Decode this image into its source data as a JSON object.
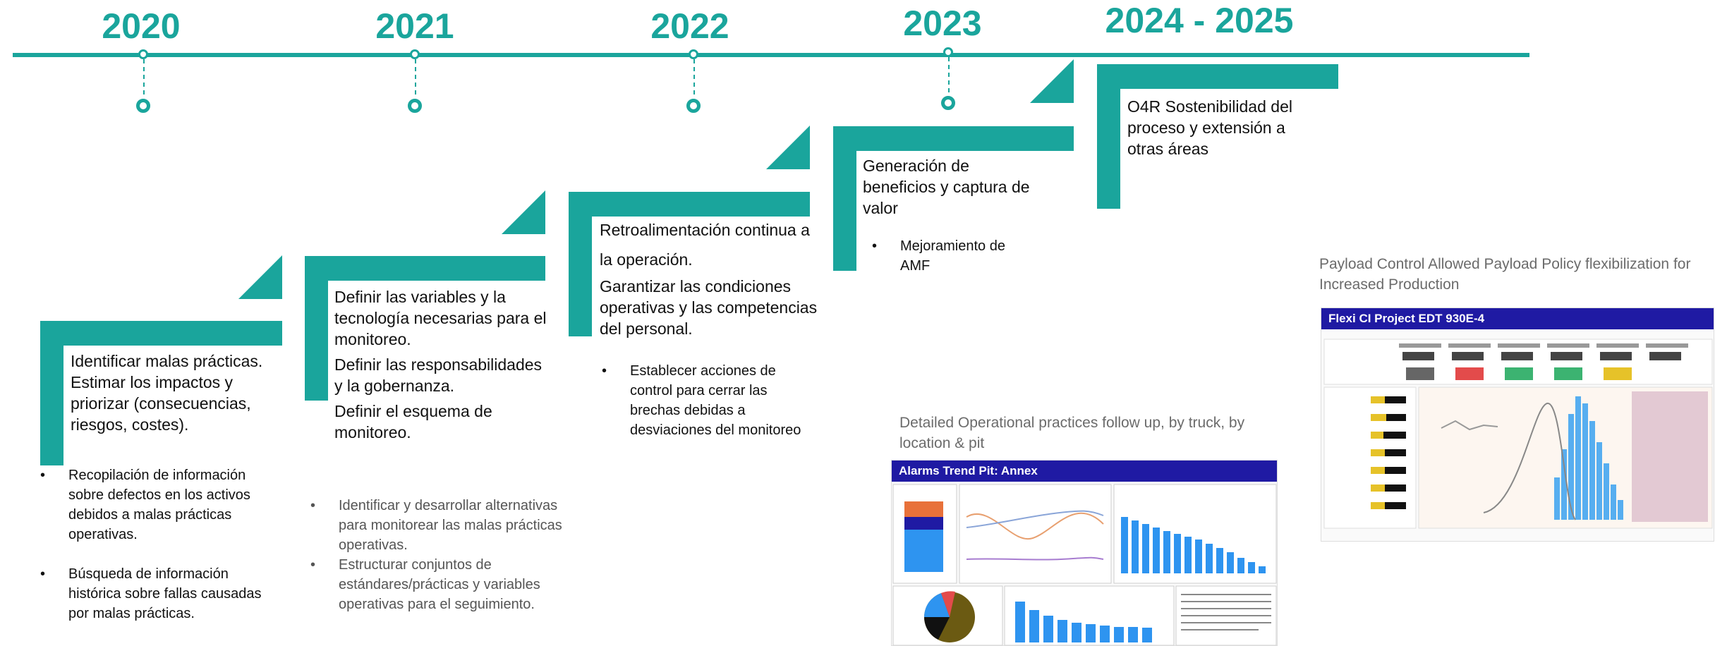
{
  "years": [
    "2020",
    "2021",
    "2022",
    "2023",
    "2024 - 2025"
  ],
  "steps": [
    {
      "headline": [
        "Identificar malas prácticas.",
        "Estimar los impactos y",
        "priorizar (consecuencias,",
        "riesgos, costes)."
      ],
      "bullets": [
        "Recopilación de información sobre defectos en los activos debidos a malas prácticas operativas.",
        "Búsqueda de información histórica sobre fallas causadas por malas prácticas."
      ]
    },
    {
      "headline": [
        "Definir las variables y la tecnología necesarias para el monitoreo.",
        "Definir las responsabilidades y la gobernanza.",
        "Definir el esquema de monitoreo."
      ],
      "bullets": [
        "Identificar y desarrollar alternativas para monitorear las malas prácticas operativas.",
        "Estructurar conjuntos de estándares/prácticas y variables operativas para el seguimiento."
      ]
    },
    {
      "headline": [
        "Retroalimentación continua a",
        "la operación.",
        "Garantizar las condiciones operativas y las competencias del personal."
      ],
      "bullets": [
        "Establecer acciones de control para cerrar las brechas debidas a desviaciones del monitoreo"
      ]
    },
    {
      "headline": [
        "Generación de beneficios y captura de valor"
      ],
      "bullets": [
        "Mejoramiento de AMF"
      ]
    },
    {
      "headline": [
        "O4R Sostenibilidad del proceso y extensión a otras áreas"
      ],
      "bullets": []
    }
  ],
  "screenshots": [
    {
      "caption": "Detailed Operational practices follow up, by truck, by location & pit",
      "title": "Alarms Trend Pit: Annex"
    },
    {
      "caption": "Payload Control Allowed Payload Policy flexibilization for Increased Production",
      "title": "Flexi CI Project EDT 930E-4"
    }
  ],
  "colors": {
    "accent": "#1aa59c",
    "dashboard_bar": "#1f1aa3"
  }
}
